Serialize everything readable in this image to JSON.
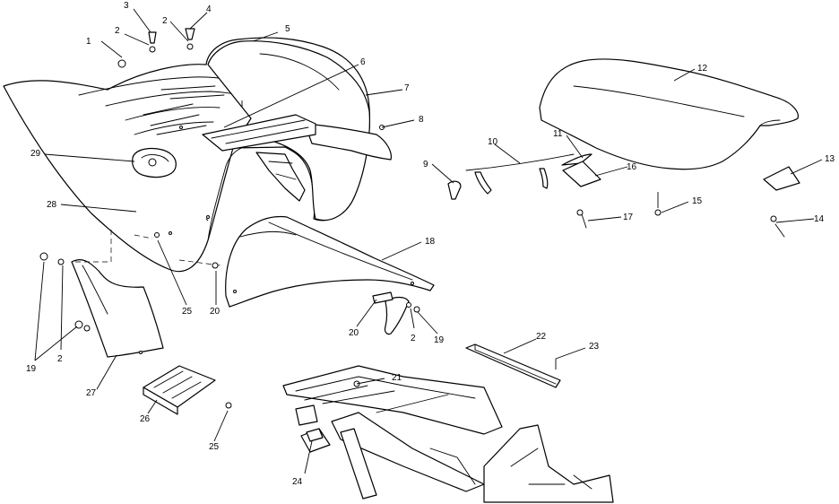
{
  "callouts": [
    {
      "id": "c1",
      "text": "1"
    },
    {
      "id": "c2a",
      "text": "2"
    },
    {
      "id": "c3",
      "text": "3"
    },
    {
      "id": "c2b",
      "text": "2"
    },
    {
      "id": "c4",
      "text": "4"
    },
    {
      "id": "c5",
      "text": "5"
    },
    {
      "id": "c6",
      "text": "6"
    },
    {
      "id": "c7",
      "text": "7"
    },
    {
      "id": "c8",
      "text": "8"
    },
    {
      "id": "c9",
      "text": "9"
    },
    {
      "id": "c10",
      "text": "10"
    },
    {
      "id": "c11",
      "text": "11"
    },
    {
      "id": "c12",
      "text": "12"
    },
    {
      "id": "c13",
      "text": "13"
    },
    {
      "id": "c14",
      "text": "14"
    },
    {
      "id": "c15",
      "text": "15"
    },
    {
      "id": "c16",
      "text": "16"
    },
    {
      "id": "c17",
      "text": "17"
    },
    {
      "id": "c18",
      "text": "18"
    },
    {
      "id": "c19a",
      "text": "19"
    },
    {
      "id": "c19b",
      "text": "19"
    },
    {
      "id": "c2c",
      "text": "2"
    },
    {
      "id": "c2d",
      "text": "2"
    },
    {
      "id": "c20a",
      "text": "20"
    },
    {
      "id": "c20b",
      "text": "20"
    },
    {
      "id": "c21",
      "text": "21"
    },
    {
      "id": "c22",
      "text": "22"
    },
    {
      "id": "c23",
      "text": "23"
    },
    {
      "id": "c24",
      "text": "24"
    },
    {
      "id": "c25a",
      "text": "25"
    },
    {
      "id": "c25b",
      "text": "25"
    },
    {
      "id": "c26",
      "text": "26"
    },
    {
      "id": "c27",
      "text": "27"
    },
    {
      "id": "c28",
      "text": "28"
    },
    {
      "id": "c29",
      "text": "29"
    }
  ]
}
